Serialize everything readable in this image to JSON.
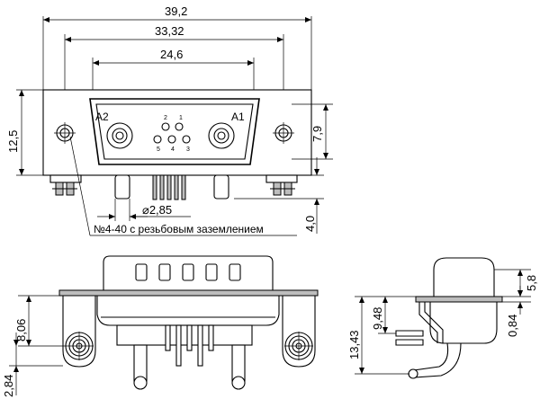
{
  "dimensions": {
    "d_39_2": "39,2",
    "d_33_32": "33,32",
    "d_24_6": "24,6",
    "d_12_5": "12,5",
    "d_7_9": "7,9",
    "d_4_0": "4,0",
    "d_2_85": "⌀2,85",
    "d_8_06": "8,06",
    "d_2_84": "2,84",
    "d_13_43": "13,43",
    "d_9_48": "9,48",
    "d_5_8": "5,8",
    "d_0_84": "0,84"
  },
  "labels": {
    "contact_a2": "A2",
    "contact_a1": "A1",
    "grounding_note": "№4-40 с резьбовым заземлением"
  },
  "pin_numbers": [
    "1",
    "2",
    "3",
    "4",
    "5"
  ]
}
